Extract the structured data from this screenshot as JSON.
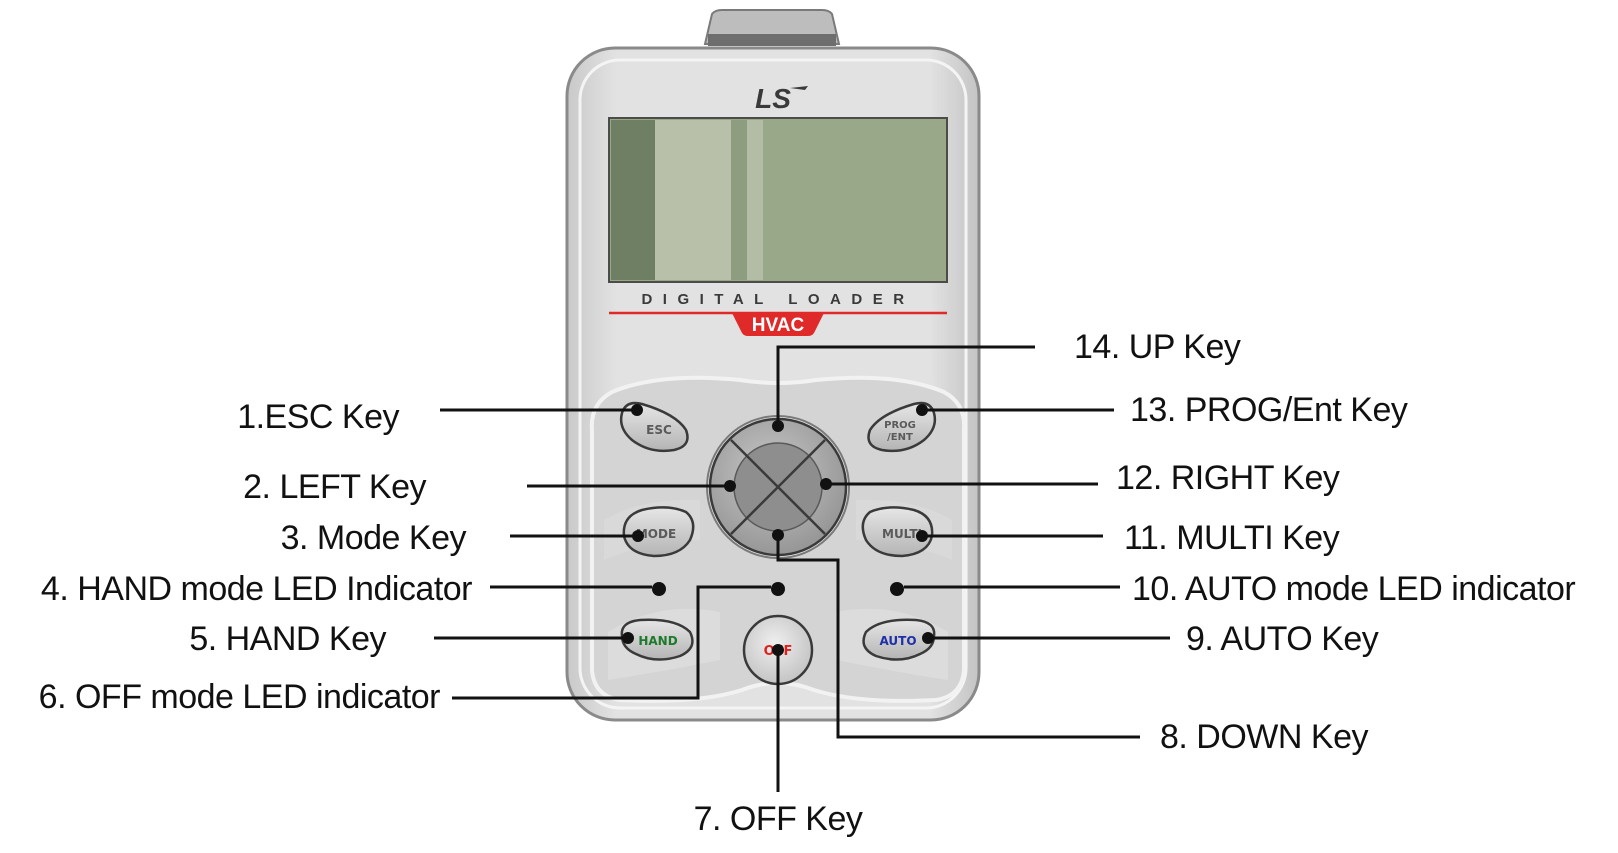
{
  "device": {
    "logo": "LS",
    "panel_text": "DIGITAL LOADER",
    "badge": "HVAC",
    "keys": {
      "esc": "ESC",
      "prog_line1": "PROG",
      "prog_line2": "/ENT",
      "mode": "MODE",
      "multi": "MULTI",
      "hand": "HAND",
      "off": "OFF",
      "auto": "AUTO"
    },
    "colors": {
      "body": "#dcdcdc",
      "lcd": "#9aa88a",
      "hvac_badge": "#e02a2a",
      "hand_text": "#1c7a2a",
      "off_text": "#e0201c",
      "auto_text": "#1f2fa8"
    }
  },
  "callouts": {
    "esc": "1.ESC Key",
    "left": "2. LEFT Key",
    "mode": "3. Mode Key",
    "hand_led": "4. HAND mode LED Indicator",
    "hand": "5. HAND Key",
    "off_led": "6. OFF mode LED indicator",
    "off": "7. OFF Key",
    "down": "8. DOWN Key",
    "auto": "9. AUTO Key",
    "auto_led": "10. AUTO mode LED indicator",
    "multi": "11. MULTI Key",
    "right": "12. RIGHT Key",
    "prog": "13. PROG/Ent Key",
    "up": "14. UP Key"
  }
}
